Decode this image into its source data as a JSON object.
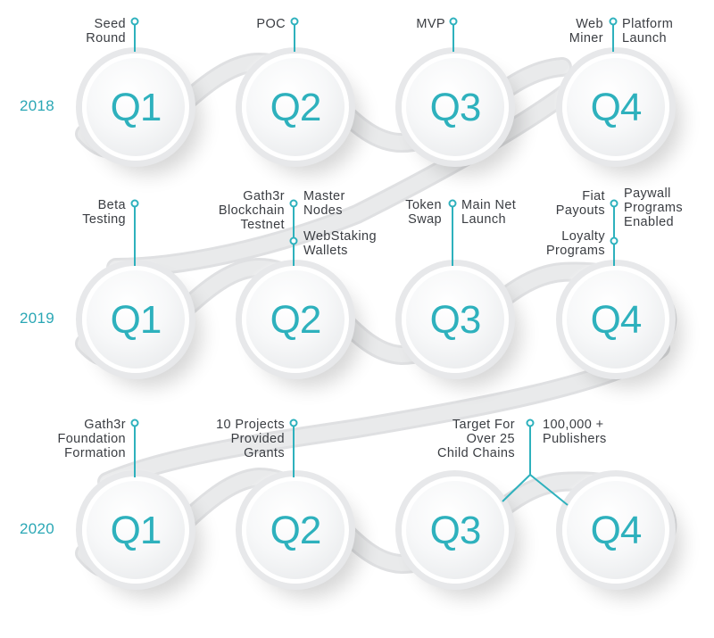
{
  "rows": [
    {
      "year": "2018",
      "quarters": [
        {
          "label": "Q1",
          "milestones": [
            {
              "text": "Seed\nRound"
            }
          ]
        },
        {
          "label": "Q2",
          "milestones": [
            {
              "text": "POC"
            }
          ]
        },
        {
          "label": "Q3",
          "milestones": [
            {
              "text": "MVP"
            }
          ]
        },
        {
          "label": "Q4",
          "milestones": [
            {
              "text": "Web\nMiner"
            },
            {
              "text": "Platform\nLaunch"
            }
          ]
        }
      ]
    },
    {
      "year": "2019",
      "quarters": [
        {
          "label": "Q1",
          "milestones": [
            {
              "text": "Beta\nTesting"
            }
          ]
        },
        {
          "label": "Q2",
          "milestones": [
            {
              "text": "Gath3r\nBlockchain\nTestnet"
            },
            {
              "text": "Master\nNodes"
            },
            {
              "text": "WebStaking\nWallets"
            }
          ]
        },
        {
          "label": "Q3",
          "milestones": [
            {
              "text": "Token\nSwap"
            },
            {
              "text": "Main Net\nLaunch"
            }
          ]
        },
        {
          "label": "Q4",
          "milestones": [
            {
              "text": "Fiat\nPayouts"
            },
            {
              "text": "Paywall\nPrograms\nEnabled"
            },
            {
              "text": "Loyalty\nPrograms"
            }
          ]
        }
      ]
    },
    {
      "year": "2020",
      "quarters": [
        {
          "label": "Q1",
          "milestones": [
            {
              "text": "Gath3r\nFoundation\nFormation"
            }
          ]
        },
        {
          "label": "Q2",
          "milestones": [
            {
              "text": "10 Projects\nProvided\nGrants"
            }
          ]
        },
        {
          "label": "Q3",
          "milestones": [
            {
              "text": "Target For\nOver 25\nChild Chains"
            }
          ]
        },
        {
          "label": "Q4",
          "milestones": [
            {
              "text": "100,000 +\nPublishers"
            }
          ]
        }
      ]
    }
  ],
  "colors": {
    "accent": "#2eb1bd",
    "text": "#3a3d42",
    "ribbon": "#e9eaeb"
  }
}
